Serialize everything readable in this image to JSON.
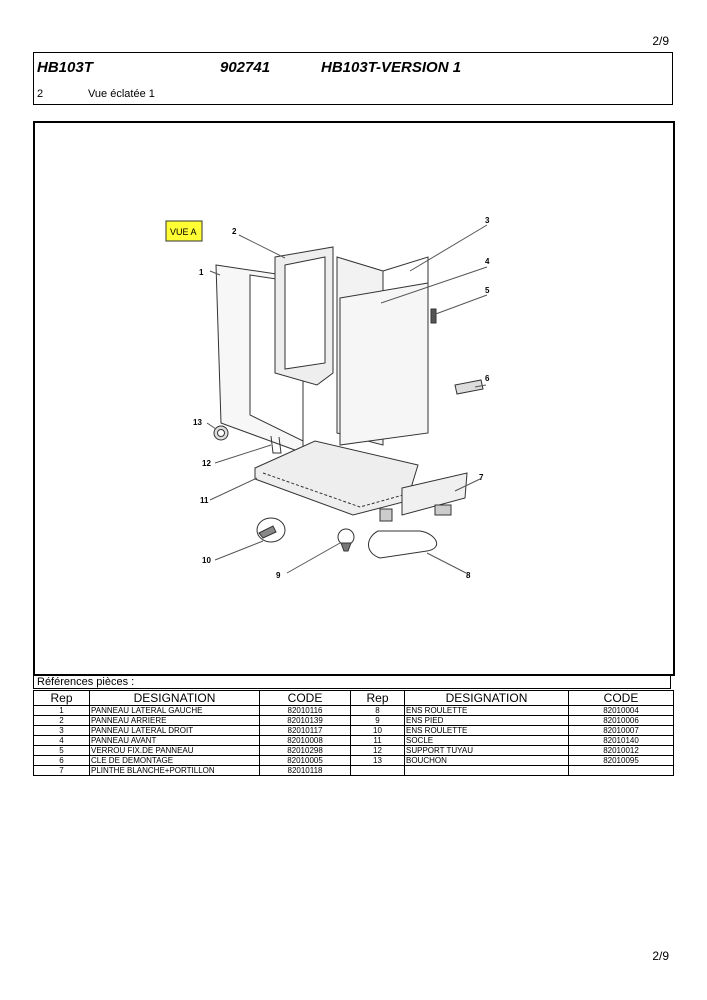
{
  "page": {
    "number_top": "2/9",
    "number_bottom": "2/9"
  },
  "header": {
    "model": "HB103T",
    "number": "902741",
    "version": "HB103T-VERSION 1",
    "section_no": "2",
    "section_title": "Vue éclatée 1"
  },
  "drawing": {
    "view_label": "VUE A",
    "callouts": [
      "1",
      "2",
      "3",
      "4",
      "5",
      "6",
      "7",
      "8",
      "9",
      "10",
      "11",
      "12",
      "13"
    ]
  },
  "references": {
    "label": "Références pièces  :",
    "headers": [
      "Rep",
      "DESIGNATION",
      "CODE",
      "Rep",
      "DESIGNATION",
      "CODE"
    ],
    "rows": [
      [
        "1",
        "PANNEAU LATERAL GAUCHE",
        "82010116",
        "8",
        "ENS ROULETTE",
        "82010004"
      ],
      [
        "2",
        "PANNEAU ARRIERE",
        "82010139",
        "9",
        "ENS PIED",
        "82010006"
      ],
      [
        "3",
        "PANNEAU LATERAL DROIT",
        "82010117",
        "10",
        "ENS ROULETTE",
        "82010007"
      ],
      [
        "4",
        "PANNEAU AVANT",
        "82010008",
        "11",
        "SOCLE",
        "82010140"
      ],
      [
        "5",
        "VERROU FIX.DE PANNEAU",
        "82010298",
        "12",
        "SUPPORT TUYAU",
        "82010012"
      ],
      [
        "6",
        "CLE DE DEMONTAGE",
        "82010005",
        "13",
        "BOUCHON",
        "82010095"
      ],
      [
        "7",
        "PLINTHE BLANCHE+PORTILLON",
        "82010118",
        "",
        "",
        ""
      ]
    ]
  }
}
